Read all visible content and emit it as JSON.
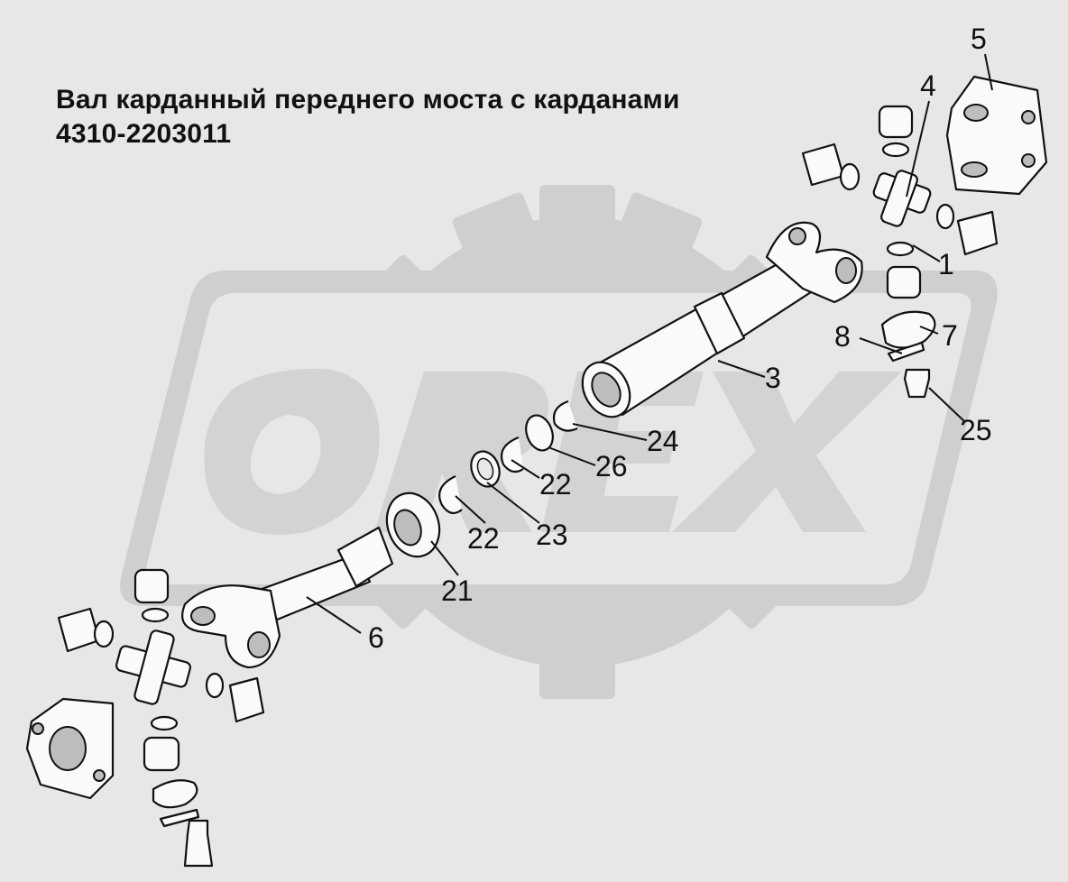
{
  "title": {
    "line1": "Вал карданный переднего моста с карданами",
    "line2": "4310-2203011"
  },
  "watermark": {
    "text": "OREX",
    "color": "#c9c9c9"
  },
  "colors": {
    "background": "#e7e7e7",
    "ink": "#111111",
    "part_fill": "#fafafa",
    "shade": "#bdbdbd"
  },
  "callouts": {
    "c1": "1",
    "c3": "3",
    "c4": "4",
    "c5": "5",
    "c6": "6",
    "c7": "7",
    "c8": "8",
    "c21": "21",
    "c22a": "22",
    "c22b": "22",
    "c23": "23",
    "c24": "24",
    "c25": "25",
    "c26": "26"
  }
}
